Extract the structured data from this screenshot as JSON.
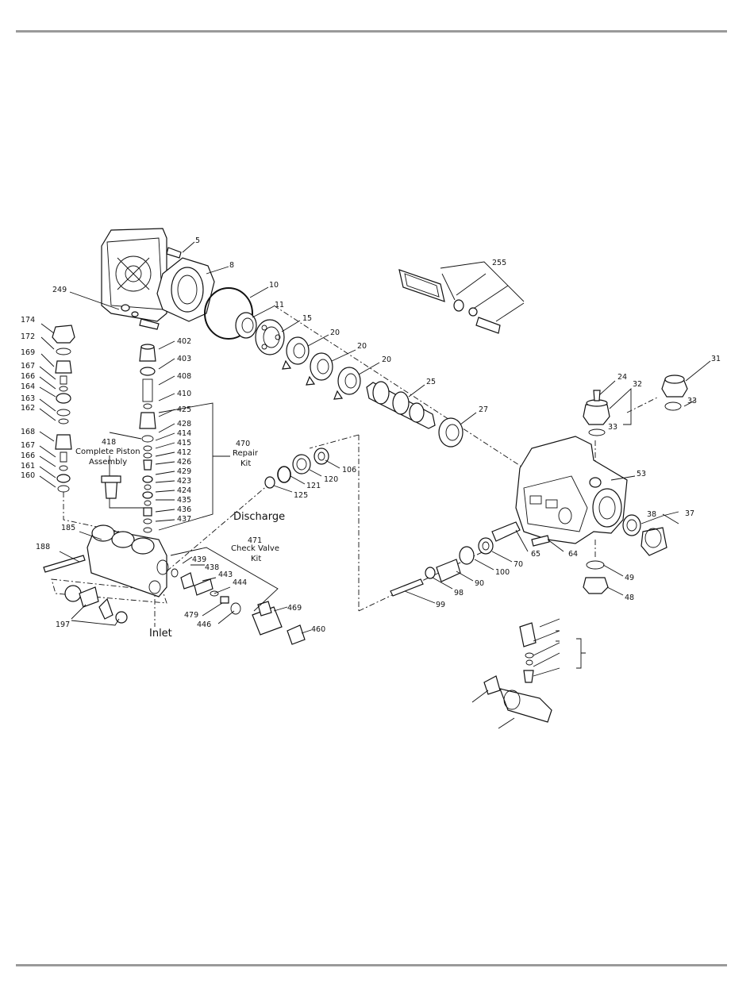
{
  "labels": {
    "l5": "5",
    "l8": "8",
    "l10": "10",
    "l11": "11",
    "l15": "15",
    "l20a": "20",
    "l20b": "20",
    "l20c": "20",
    "l25": "25",
    "l27": "27",
    "l24": "24",
    "l32": "32",
    "l31": "31",
    "l33a": "33",
    "l33b": "33",
    "l53": "53",
    "l38": "38",
    "l37": "37",
    "l49": "49",
    "l48": "48",
    "l64": "64",
    "l65": "65",
    "l70": "70",
    "l100": "100",
    "l90": "90",
    "l98": "98",
    "l99": "99",
    "l106": "106",
    "l120": "120",
    "l121": "121",
    "l125": "125",
    "l255": "255",
    "l249": "249",
    "l174": "174",
    "l172": "172",
    "l169": "169",
    "l167a": "167",
    "l166a": "166",
    "l164": "164",
    "l163": "163",
    "l162": "162",
    "l168": "168",
    "l167b": "167",
    "l166b": "166",
    "l161": "161",
    "l160": "160",
    "l402": "402",
    "l403": "403",
    "l408": "408",
    "l410": "410",
    "l425": "425",
    "l428": "428",
    "l414": "414",
    "l415": "415",
    "l412": "412",
    "l426": "426",
    "l429": "429",
    "l423": "423",
    "l424": "424",
    "l435": "435",
    "l436": "436",
    "l437": "437",
    "l418": "418",
    "l470": "470",
    "l185": "185",
    "l188": "188",
    "l197": "197",
    "l439": "439",
    "l438": "438",
    "l443": "443",
    "l444": "444",
    "l479": "479",
    "l446": "446",
    "l469": "469",
    "l460": "460",
    "l471": "471"
  },
  "captions": {
    "piston_line1": "Complete Piston",
    "piston_line2": "Assembly",
    "repair_line1": "Repair",
    "repair_line2": "Kit",
    "check_line1": "Check Valve",
    "check_line2": "Kit",
    "discharge": "Discharge",
    "inlet": "Inlet"
  }
}
